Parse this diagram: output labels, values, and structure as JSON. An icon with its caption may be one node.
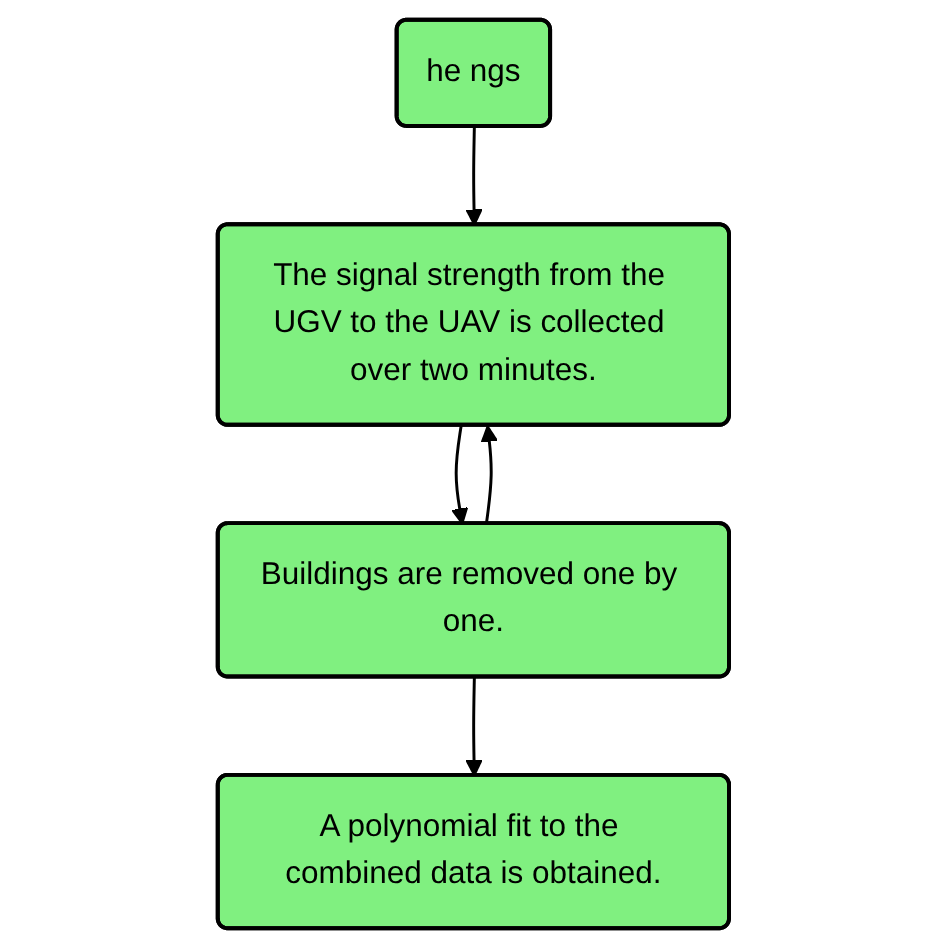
{
  "diagram": {
    "nodes": [
      {
        "text": [
          "he ngs"
        ]
      },
      {
        "text": [
          "The signal strength from the UGV to the UAV is collected over two minutes."
        ]
      },
      {
        "text": [
          "Buildings are removed one by one."
        ]
      },
      {
        "text": [
          "A polynomial fit to the combined data is obtained."
        ]
      }
    ],
    "edges": [
      {
        "from": 0,
        "to": 1,
        "arrow": "to"
      },
      {
        "from": 1,
        "to": 2,
        "arrow": "to"
      },
      {
        "from": 2,
        "to": 1,
        "arrow": "to"
      },
      {
        "from": 2,
        "to": 3,
        "arrow": "to"
      }
    ]
  }
}
